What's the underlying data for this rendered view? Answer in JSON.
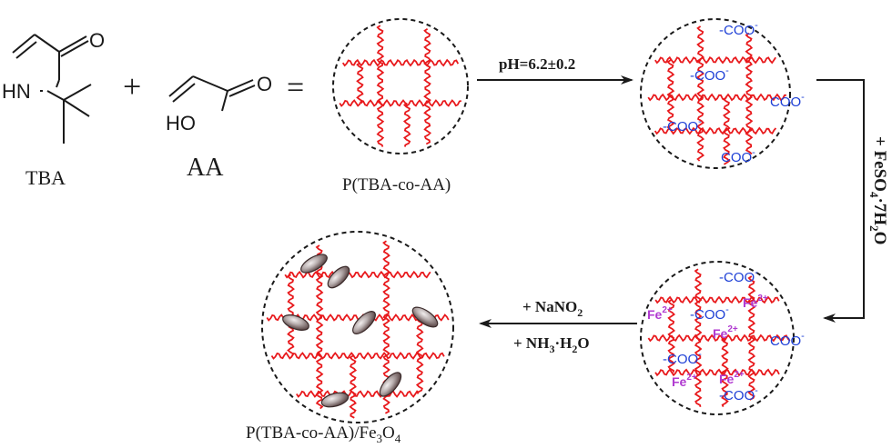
{
  "molecules": {
    "tba_label": "TBA",
    "aa_label": "AA",
    "tba_oxygen": "O",
    "tba_nh": "HN",
    "aa_oxygen": "O",
    "aa_ho": "HO",
    "plus": "+",
    "equals": "="
  },
  "stages": {
    "polymer_label": "P(TBA-co-AA)",
    "composite_label_main": "P(TBA-co-AA)/Fe",
    "composite_sub1": "3",
    "composite_mid": "O",
    "composite_sub2": "4"
  },
  "steps": {
    "step1": "pH=6.2±0.2",
    "step2_prefix": "+ FeSO",
    "step2_sub": "4",
    "step2_suffix": "·7H",
    "step2_sub2": "2",
    "step2_end": "O",
    "step3_line1_prefix": "+ NaNO",
    "step3_line1_sub": "2",
    "step3_line2_prefix": "+ NH",
    "step3_line2_sub": "3",
    "step3_line2_end": "·H",
    "step3_line2_sub2": "2",
    "step3_line2_tail": "O"
  },
  "groups": {
    "carboxylate": "-COO",
    "carboxylate_charge": "-",
    "carboxylate_short": "COO",
    "iron_ion": "Fe",
    "iron_charge": "2+"
  },
  "colors": {
    "chain": "#e8191c",
    "carboxylate": "#1d3fd6",
    "iron": "#b03ad0",
    "particle": "#8a7f7f",
    "ink": "#1a1a1a"
  }
}
